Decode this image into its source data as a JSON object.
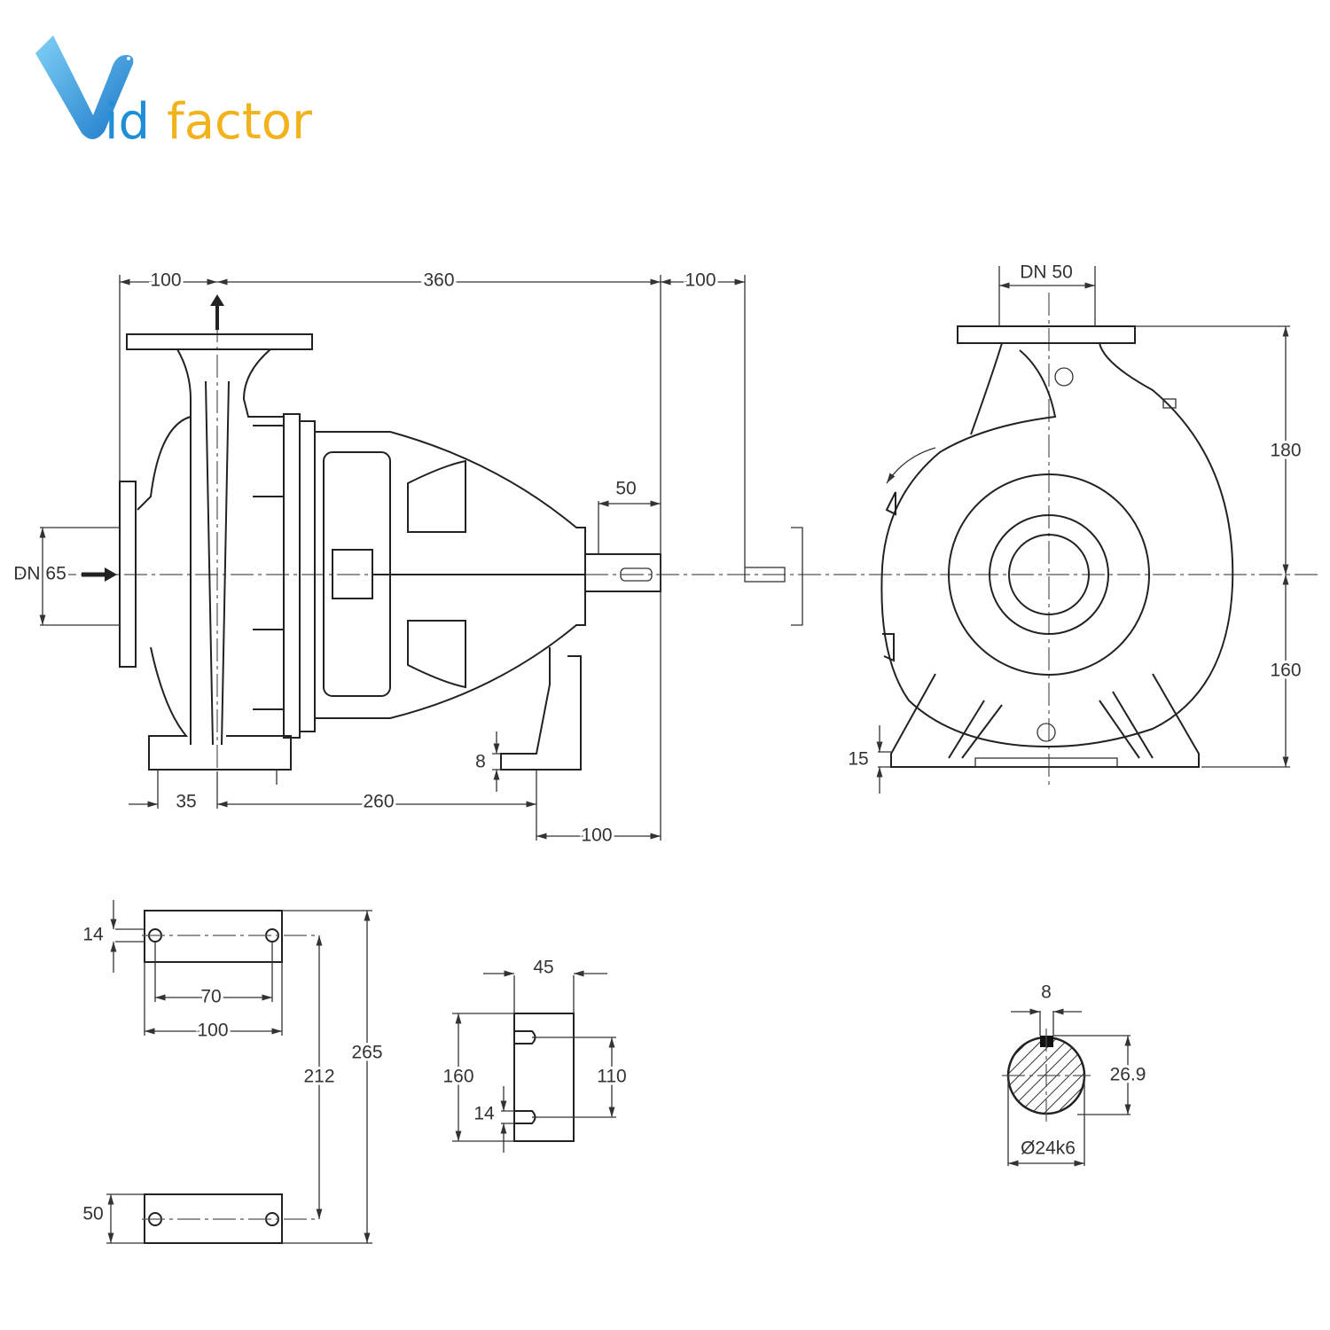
{
  "logo": {
    "text_part1": "id",
    "text_part2": "factor",
    "full": "Vidfactor",
    "blue": "#1e8fd6",
    "yellow": "#f2b21b"
  },
  "side_view": {
    "top_dims": [
      "100",
      "360",
      "100"
    ],
    "shaft_length": "50",
    "suction_label": "DN 65",
    "foot_thickness": "8",
    "bottom_dims": [
      "35",
      "260",
      "100"
    ]
  },
  "front_view": {
    "discharge_label": "DN 50",
    "height_upper": "180",
    "height_lower": "160",
    "foot_thickness": "15"
  },
  "foot_plates": {
    "hole": "14",
    "hole_spacing": "70",
    "width": "100",
    "inner_span": "212",
    "outer_span": "265",
    "plate_depth": "50"
  },
  "side_plate": {
    "width": "45",
    "height": "160",
    "hole_spacing": "110",
    "slot": "14"
  },
  "shaft_section": {
    "key_width": "8",
    "key_height": "26.9",
    "diameter": "Ø24k6"
  }
}
